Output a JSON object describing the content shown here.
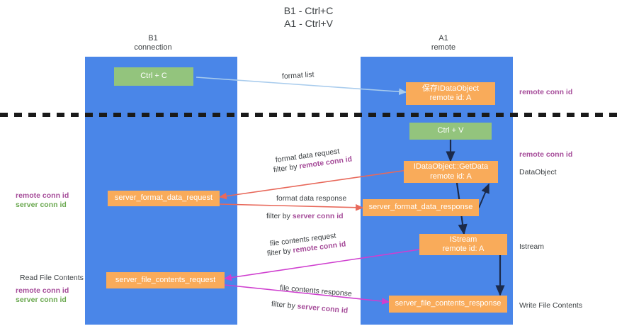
{
  "title": "B1 - Ctrl+C\nA1 - Ctrl+V",
  "columns": [
    {
      "id": "b1",
      "header": "B1\nconnection",
      "color": "#4a86e8"
    },
    {
      "id": "a1",
      "header": "A1\nremote",
      "color": "#4a86e8"
    }
  ],
  "nodes": {
    "ctrl_c": "Ctrl + C",
    "save_idataobject": "保存IDataObject\nremote id: A",
    "ctrl_v": "Ctrl + V",
    "getdata": "IDataObject::GetData\nremote id: A",
    "server_format_data_request": "server_format_data_request",
    "server_format_data_response": "server_format_data_response",
    "istream": "IStream\nremote id: A",
    "server_file_contents_request": "server_file_contents_request",
    "server_file_contents_response": "server_file_contents_response"
  },
  "edges": {
    "format_list": "format list",
    "format_data_request": "format data request",
    "format_data_request_filter_prefix": "filter by ",
    "format_data_request_filter_key": "remote conn id",
    "format_data_response": "format data response",
    "format_data_response_filter_prefix": "filter by ",
    "format_data_response_filter_key": "server conn id",
    "file_contents_request": "file contents request",
    "file_contents_request_filter_prefix": "filter by ",
    "file_contents_request_filter_key": "remote conn id",
    "file_contents_response": "file contents response",
    "file_contents_response_filter_prefix": "filter by ",
    "file_contents_response_filter_key": "server conn id"
  },
  "annotations": {
    "right_remote_conn_id_top": "remote conn id",
    "right_remote_conn_id_mid": "remote conn id",
    "right_dataobject": "DataObject",
    "right_istream": "Istream",
    "right_write_file_contents": "Write File Contents",
    "left_remote_conn_id": "remote conn id",
    "left_server_conn_id": "server conn id",
    "left_read_file_contents": "Read File Contents",
    "left_remote_conn_id_2": "remote conn id",
    "left_server_conn_id_2": "server conn id"
  },
  "colors": {
    "column_blue": "#4a86e8",
    "node_green": "#93c47d",
    "node_orange": "#f9ab5a",
    "arrow_light_blue": "#a9cced",
    "arrow_red": "#e8695b",
    "arrow_magenta": "#cf3fcf",
    "arrow_black": "#1b2a4a",
    "accent_purple": "#a64d9a",
    "accent_green": "#6aa84f",
    "divider_dashed": "#1a1a1a"
  }
}
